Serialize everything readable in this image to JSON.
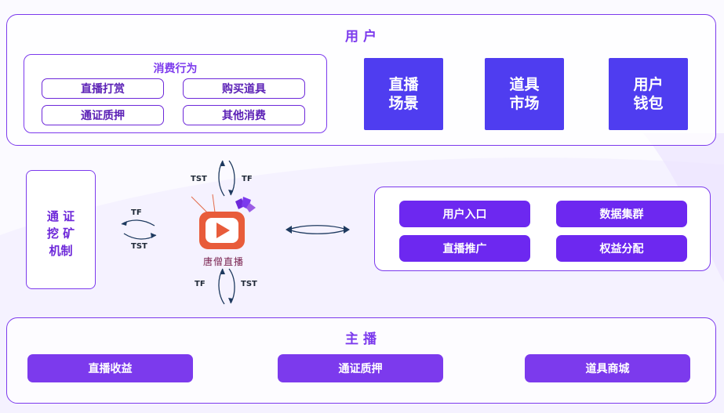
{
  "user": {
    "title": "用 户",
    "consumption": {
      "title": "消费行为",
      "items": [
        "直播打赏",
        "购买道具",
        "通证质押",
        "其他消费"
      ]
    },
    "blocks": [
      "直播\n场景",
      "道具\n市场",
      "用户\n钱包"
    ]
  },
  "mining": {
    "label": "通 证\n挖 矿\n机制"
  },
  "logo": {
    "text": "唐僧直播"
  },
  "flows": {
    "left_top": "TF",
    "left_bottom": "TST",
    "top_left": "TST",
    "top_right": "TF",
    "bottom_left": "TF",
    "bottom_right": "TST"
  },
  "platform": {
    "items": [
      "用户入口",
      "数据集群",
      "直播推广",
      "权益分配"
    ]
  },
  "anchor": {
    "title": "主 播",
    "items": [
      "直播收益",
      "通证质押",
      "道具商城"
    ]
  },
  "colors": {
    "accent": "#7c3aed",
    "block": "#4f3df0",
    "pill": "#6d28f0",
    "arrow": "#1e3a5f"
  }
}
